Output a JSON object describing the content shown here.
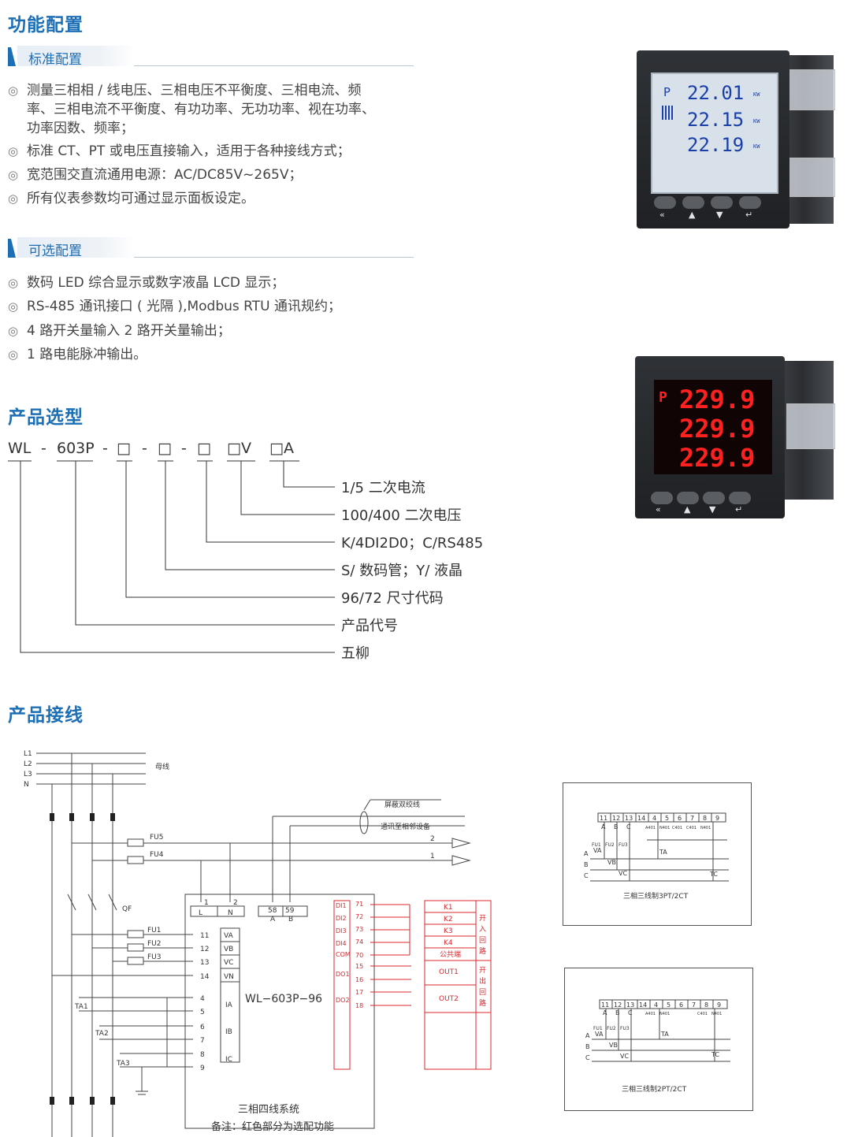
{
  "sections": {
    "func_title": "功能配置",
    "model_title": "产品选型",
    "wiring_title": "产品接线"
  },
  "standard": {
    "label": "标准配置",
    "items": [
      "测量三相相 / 线电压、三相电压不平衡度、三相电流、频",
      "率、三相电流不平衡度、有功功率、无功功率、视在功率、",
      "功率因数、频率；",
      "标准 CT、PT 或电压直接输入，适用于各种接线方式；",
      "宽范围交直流通用电源：AC/DC85V~265V；",
      "所有仪表参数均可通过显示面板设定。"
    ]
  },
  "optional": {
    "label": "可选配置",
    "items": [
      "数码 LED 综合显示或数字液晶 LCD 显示；",
      "RS-485 通讯接口 ( 光隔 ),Modbus RTU 通讯规约；",
      "4 路开关量输入 2 路开关量输出；",
      "1 路电能脉冲输出。"
    ]
  },
  "bullet": "◎",
  "model": {
    "p1": "WL",
    "d1": "-",
    "p2": "603P",
    "d2": "-",
    "b1": "□",
    "d3": "-",
    "b2": "□",
    "d4": "-",
    "b3": "□",
    "p3": "□V",
    "p4": "□A",
    "options": [
      "1/5 二次电流",
      "100/400 二次电压",
      "K/4DI2D0；C/RS485",
      "S/ 数码管；Y/ 液晶",
      "96/72 尺寸代码",
      "产品代号",
      "五柳"
    ]
  },
  "lcd": {
    "label": "P",
    "rows": [
      "22.01",
      "22.15",
      "22.19"
    ],
    "units": [
      "KW",
      "KW",
      "KW"
    ]
  },
  "led": {
    "label": "P",
    "rows": [
      "229.9",
      "229.9",
      "229.9"
    ]
  },
  "buttons": [
    "«",
    "▲",
    "▼",
    "↵"
  ],
  "wiring": {
    "bus": [
      "L1",
      "L2",
      "L3",
      "N"
    ],
    "bus_label": "母线",
    "cable_label": "屏蔽双绞线",
    "comm_label": "通讯至相邻设备",
    "comm_nums": [
      "2",
      "1"
    ],
    "fuses": [
      "FU5",
      "FU4",
      "FU1",
      "FU2",
      "FU3"
    ],
    "qf": "QF",
    "ta": [
      "TA1",
      "TA2",
      "TA3"
    ],
    "power_terms": [
      "1",
      "2"
    ],
    "power_labels": [
      "L",
      "N"
    ],
    "comm_terms": [
      "58",
      "59"
    ],
    "comm_labels": [
      "A",
      "B"
    ],
    "volt_terms": [
      "11",
      "12",
      "13",
      "14"
    ],
    "volt_labels": [
      "VA",
      "VB",
      "VC",
      "VN"
    ],
    "curr_terms": [
      "4",
      "5",
      "6",
      "7",
      "8",
      "9"
    ],
    "curr_labels": [
      "IA",
      "IB",
      "IC"
    ],
    "device": "WL−603P−96",
    "di_labels": [
      "DI1",
      "DI2",
      "DI3",
      "DI4",
      "COM",
      "DO1",
      "DO2"
    ],
    "di_terms": [
      "71",
      "72",
      "73",
      "74",
      "70",
      "15",
      "16",
      "17",
      "18"
    ],
    "io_right": [
      "K1",
      "K2",
      "K3",
      "K4",
      "公共端",
      "OUT1",
      "OUT2"
    ],
    "in_circuit": [
      "开",
      "入",
      "回",
      "路"
    ],
    "out_circuit": [
      "开",
      "出",
      "回",
      "路"
    ],
    "caption": "三相四线系统",
    "note": "备注：红色部分为选配功能",
    "aux1_caption": "三相三线制3PT/2CT",
    "aux2_caption": "三相三线制2PT/2CT",
    "aux_terms": [
      "11",
      "12",
      "13",
      "14",
      "4",
      "5",
      "6",
      "7",
      "8",
      "9"
    ],
    "aux_phases": [
      "A",
      "B",
      "C"
    ],
    "aux_volts": [
      "VA",
      "VB",
      "VC"
    ],
    "aux_fuses": [
      "FU1",
      "FU2",
      "FU3"
    ],
    "aux_ct": [
      "TA",
      "TC"
    ],
    "aux1_small": [
      "A",
      "B",
      "C",
      "A401",
      "N401",
      "C401",
      "C401",
      "N401"
    ],
    "aux2_small": [
      "A",
      "B",
      "C",
      "A401",
      "N401",
      "C401",
      "N401"
    ],
    "red": "#d9272e"
  }
}
